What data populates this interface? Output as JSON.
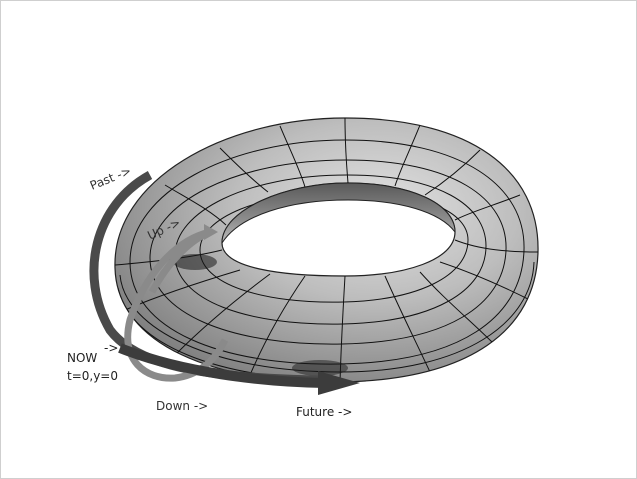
{
  "labels": {
    "past": "Past ->",
    "up": "Up ->",
    "now_line1": "NOW",
    "now_arrow": "->",
    "now_line2": "t=0,y=0",
    "down": "Down ->",
    "future": "Future ->"
  },
  "colors": {
    "torus_fill": "#b9b9b9",
    "torus_shade": "#6e6e6e",
    "grid_line": "#111111",
    "past_arrow": "#4a4a4a",
    "up_down_arrow": "#8a8a8a",
    "future_arrow": "#3c3c3c",
    "label_text": "#333333"
  }
}
